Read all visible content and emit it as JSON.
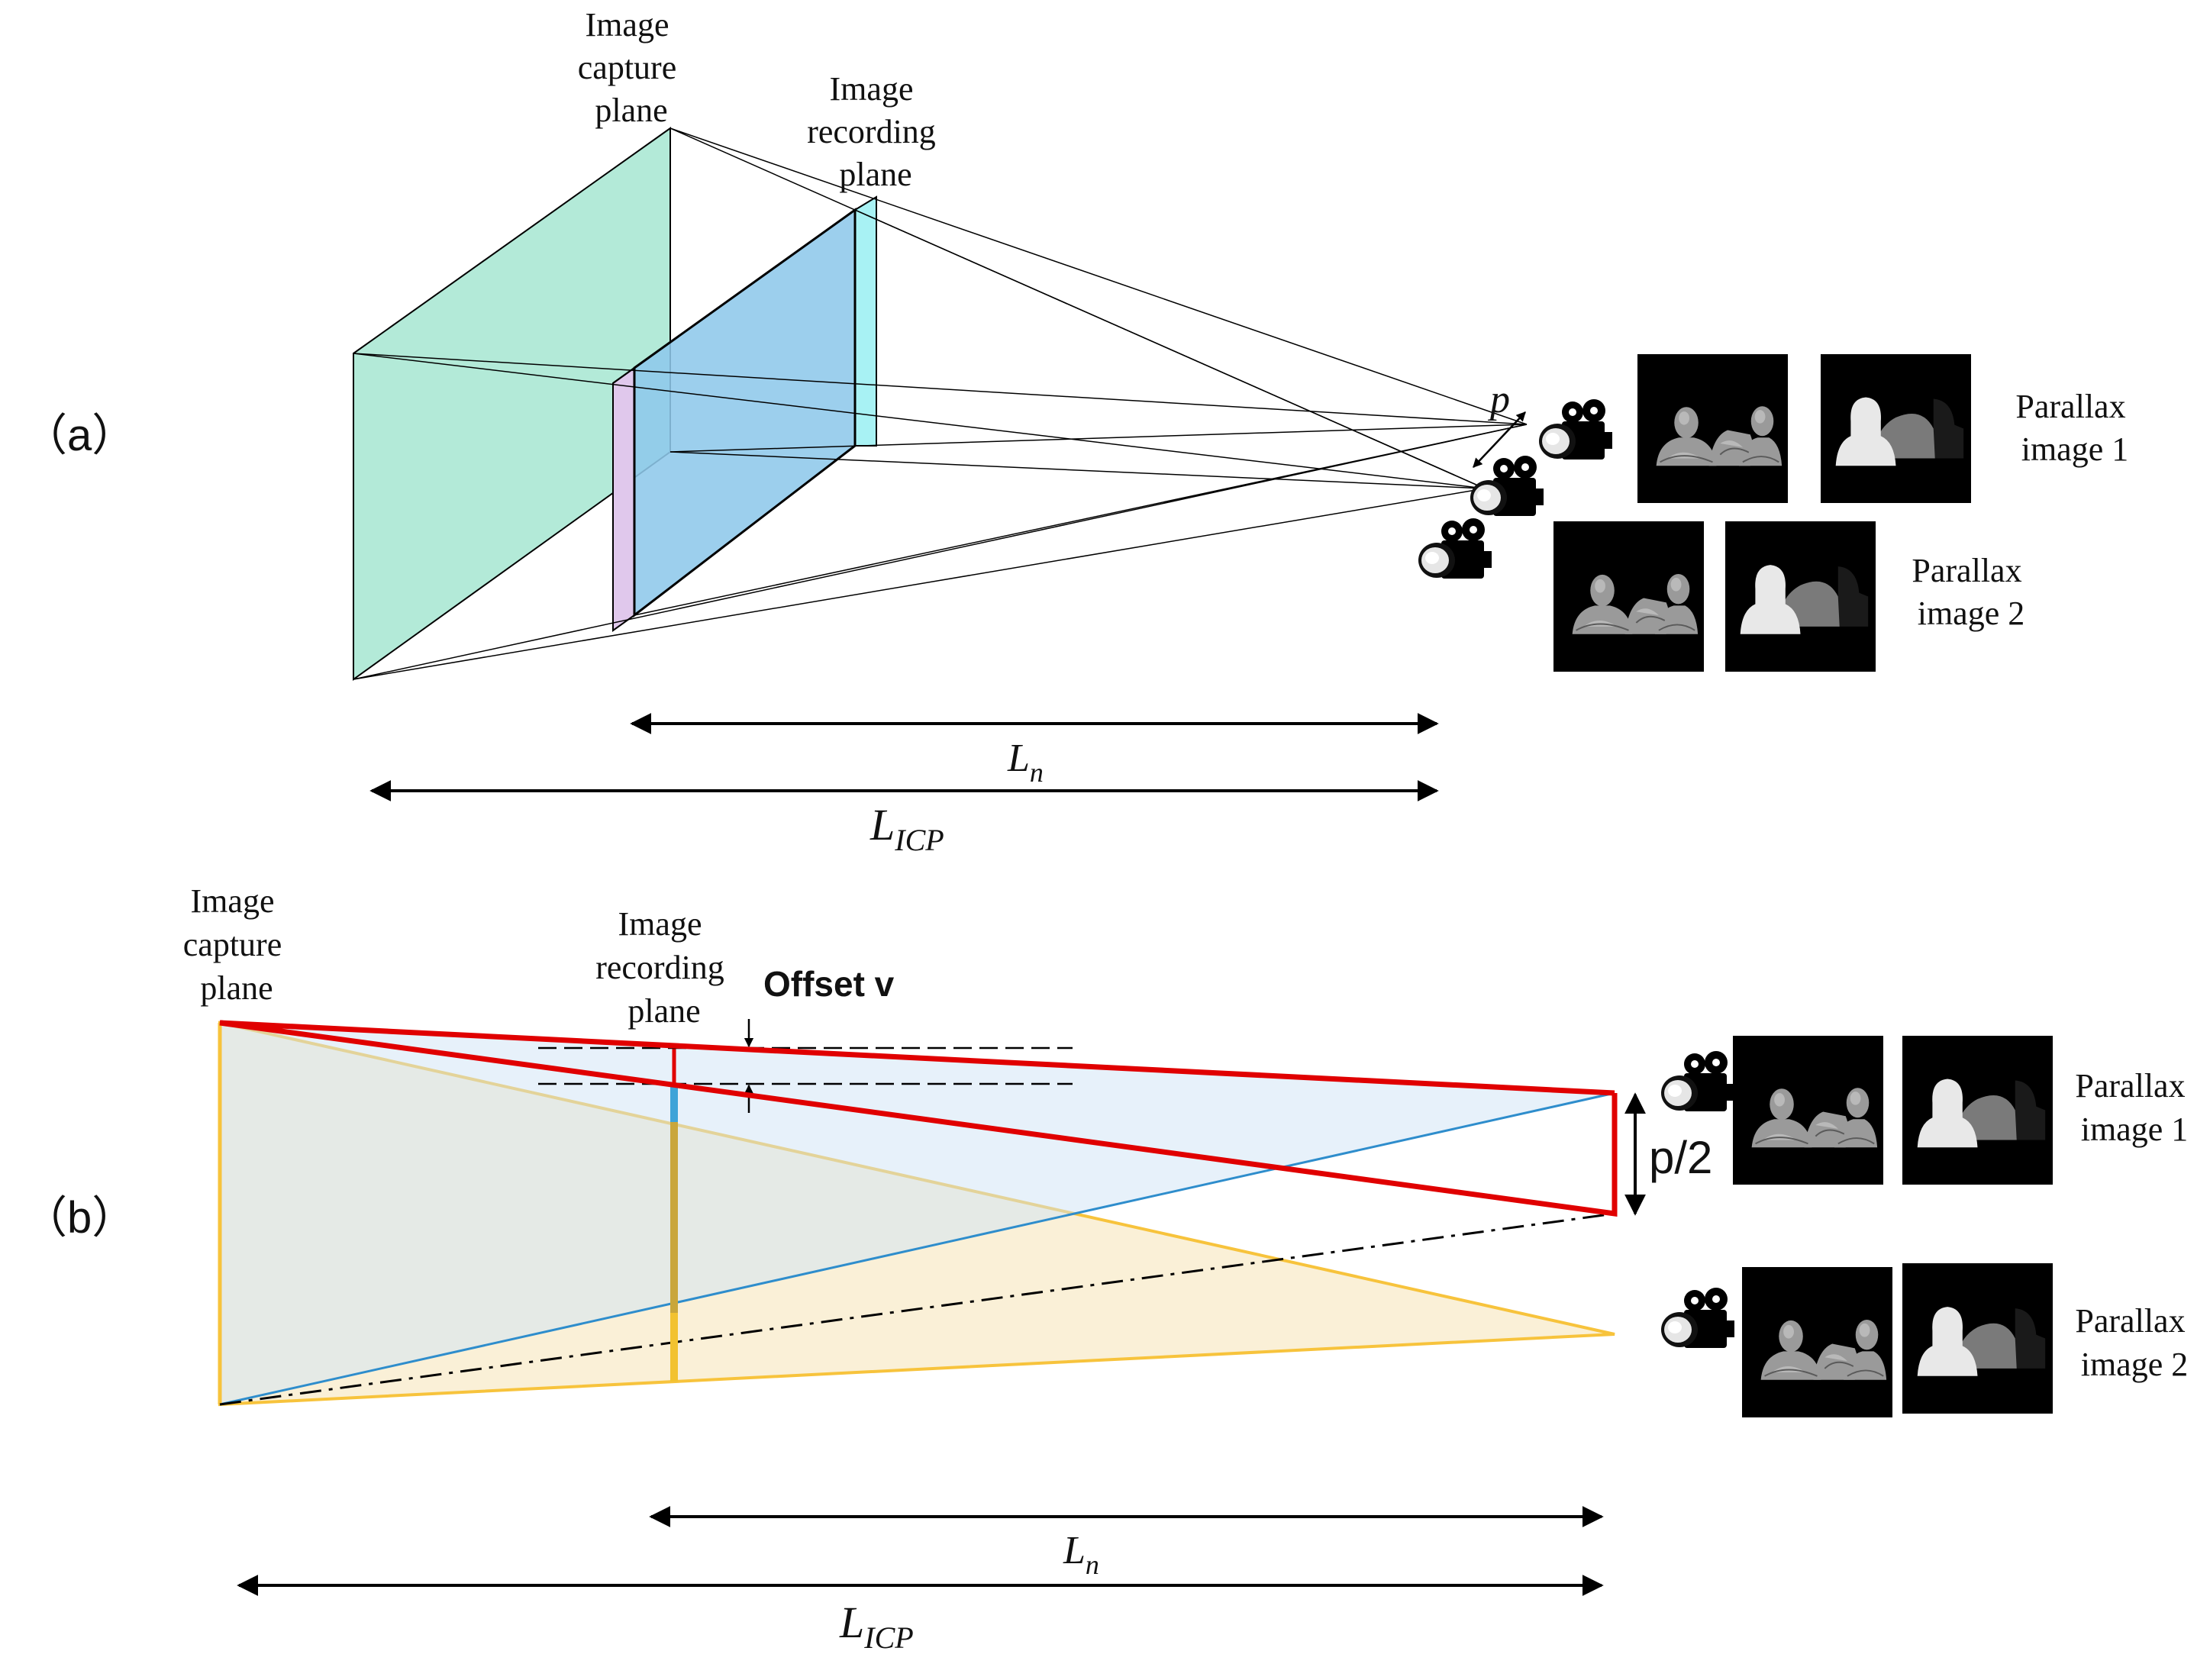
{
  "panel_a": {
    "label": "（a）",
    "capture_plane": [
      "Image",
      "capture",
      "plane"
    ],
    "recording_plane": [
      "Image",
      "recording",
      "plane"
    ],
    "p_label": "p",
    "parallax_1": [
      "Parallax",
      "image  1"
    ],
    "parallax_2": [
      "Parallax",
      "image  2"
    ],
    "ln_main": "L",
    "ln_sub": "n",
    "licp_main": "L",
    "licp_sub": "ICP"
  },
  "panel_b": {
    "label": "（b）",
    "capture_plane": [
      "Image",
      "capture",
      "plane"
    ],
    "recording_plane": [
      "Image",
      "recording",
      "plane"
    ],
    "offset_label": "Offset v",
    "half_p_label": "p/2",
    "parallax_1": [
      "Parallax",
      "image  1"
    ],
    "parallax_2": [
      "Parallax",
      "image  2"
    ],
    "ln_main": "L",
    "ln_sub": "n",
    "licp_main": "L",
    "licp_sub": "ICP"
  },
  "colors": {
    "capture_plane_fill": "#b3ead8",
    "recording_plane_fill": "#9fcfea",
    "red_frustum": "#e00000",
    "yellow_frustum": "#f7c33c",
    "blue_line": "#2e8dcc",
    "image_bg": "#000000"
  },
  "icons": [
    "camera-icon",
    "statue-image",
    "depth-map-image"
  ]
}
